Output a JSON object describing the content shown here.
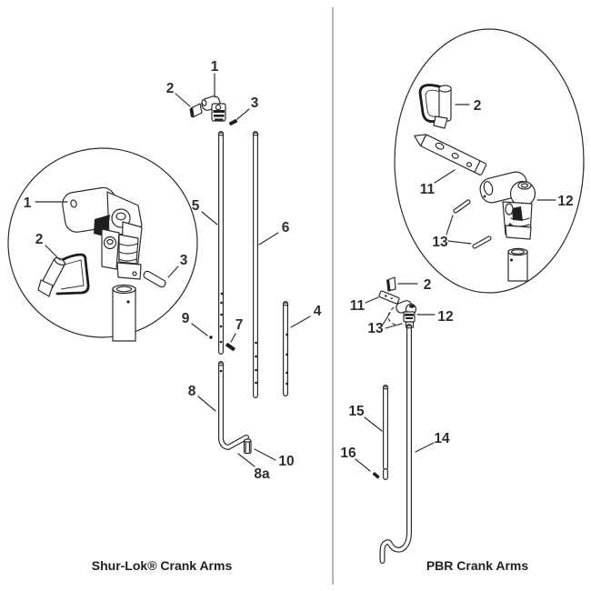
{
  "figure": {
    "left": {
      "title": "Shur-Lok® Crank Arms",
      "callouts": {
        "n1": "1",
        "n2": "2",
        "n3": "3",
        "n4": "4",
        "n5": "5",
        "n6": "6",
        "n7": "7",
        "n8": "8",
        "n8a": "8a",
        "n9": "9",
        "n10": "10",
        "d1": "1",
        "d2": "2",
        "d3": "3"
      }
    },
    "right": {
      "title": "PBR Crank Arms",
      "callouts": {
        "d2": "2",
        "d11": "11",
        "d12": "12",
        "d13": "13",
        "n2": "2",
        "n11": "11",
        "n12": "12",
        "n13": "13",
        "n14": "14",
        "n15": "15",
        "n16": "16"
      }
    },
    "colors": {
      "line": "#2b2b2b",
      "text": "#2d2d2d",
      "divider": "#b8b8b8",
      "background": "#ffffff"
    }
  }
}
